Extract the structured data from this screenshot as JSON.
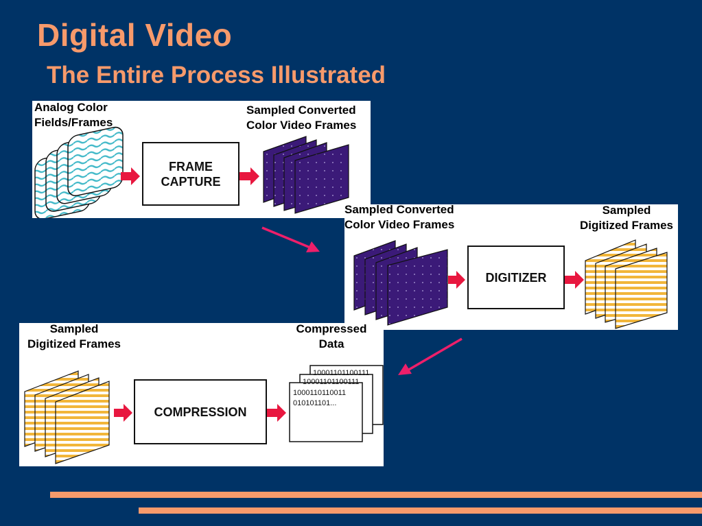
{
  "slide": {
    "title": "Digital Video",
    "subtitle": "The Entire Process Illustrated"
  },
  "panel1": {
    "input_label": "Analog Color\nFields/Frames",
    "process_label": "FRAME\nCAPTURE",
    "output_label": "Sampled Converted\nColor Video Frames"
  },
  "panel2": {
    "input_label": "Sampled Converted\nColor Video Frames",
    "process_label": "DIGITIZER",
    "output_label": "Sampled\nDigitized Frames"
  },
  "panel3": {
    "input_label": "Sampled\nDigitized Frames",
    "process_label": "COMPRESSION",
    "output_label": "Compressed\nData",
    "data_back_text": "10001101100111",
    "data_mid_text": "10001101100111",
    "data_front_line1": "1000110110011",
    "data_front_line2": "010101101..."
  },
  "colors": {
    "background": "#003366",
    "title": "#f79a6b",
    "flow_arrow": "#e8173f",
    "connector_arrow": "#ee1f6a",
    "analog_lines": "#3fb8c8",
    "sampled_frames": "#3b1a78",
    "digitized_stripes": "#f2b63a"
  }
}
